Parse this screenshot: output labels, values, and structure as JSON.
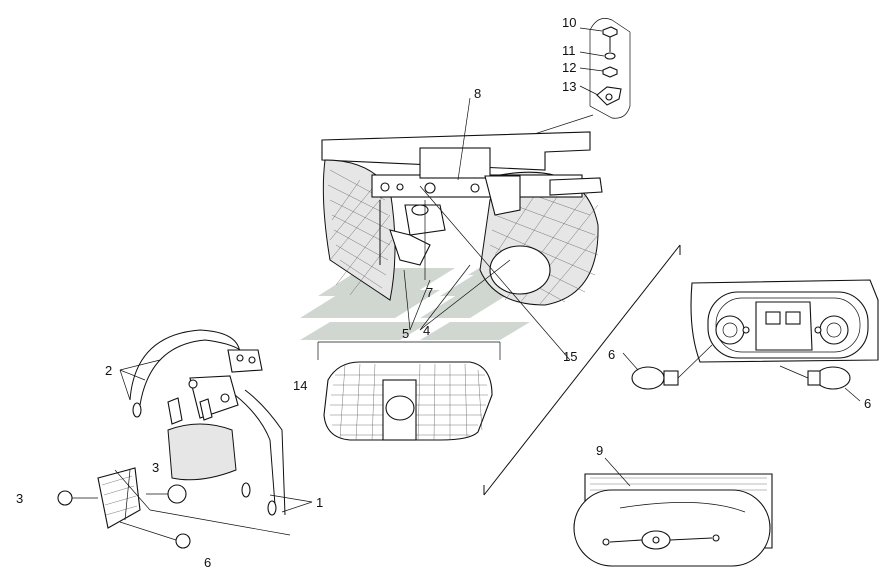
{
  "diagram": {
    "watermark_color": "#c8d0c8",
    "line_color": "#111111",
    "callouts": [
      {
        "id": "c-10",
        "text": "10"
      },
      {
        "id": "c-11",
        "text": "11"
      },
      {
        "id": "c-12",
        "text": "12"
      },
      {
        "id": "c-13",
        "text": "13"
      },
      {
        "id": "c-8",
        "text": "8"
      },
      {
        "id": "c-7",
        "text": "7"
      },
      {
        "id": "c-5",
        "text": "5"
      },
      {
        "id": "c-4",
        "text": "4"
      },
      {
        "id": "c-15",
        "text": "15"
      },
      {
        "id": "c-14",
        "text": "14"
      },
      {
        "id": "c-2",
        "text": "2"
      },
      {
        "id": "c-3a",
        "text": "3"
      },
      {
        "id": "c-3b",
        "text": "3"
      },
      {
        "id": "c-1",
        "text": "1"
      },
      {
        "id": "c-6a",
        "text": "6"
      },
      {
        "id": "c-6b",
        "text": "6"
      },
      {
        "id": "c-6c",
        "text": "6"
      },
      {
        "id": "c-9",
        "text": "9"
      }
    ]
  }
}
